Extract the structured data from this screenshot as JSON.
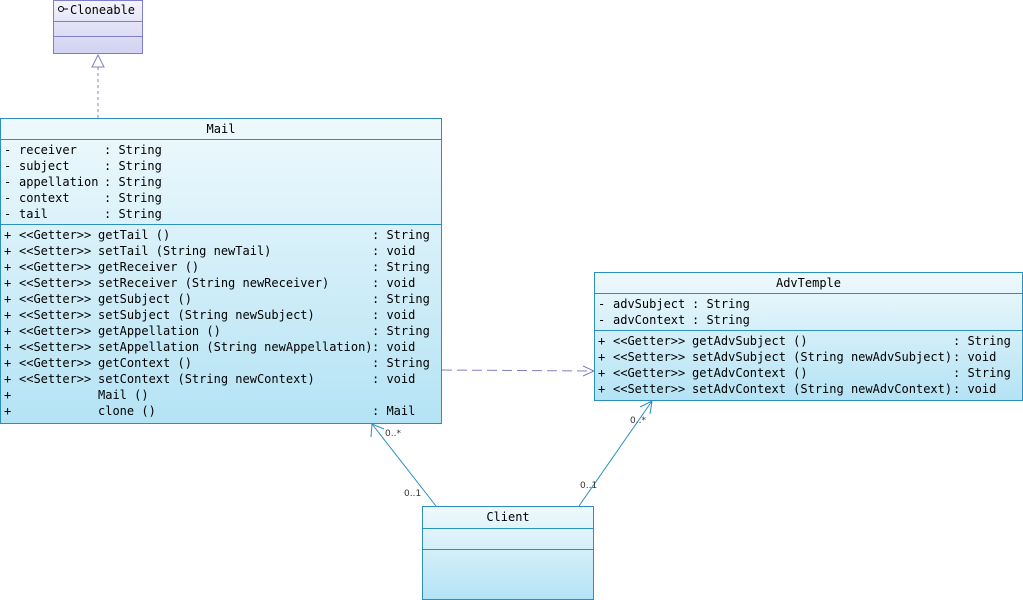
{
  "cloneable": {
    "name": "Cloneable",
    "icon": "interface-icon"
  },
  "mail": {
    "name": "Mail",
    "attributes": [
      {
        "vis": "-",
        "name": "receiver",
        "type": ": String"
      },
      {
        "vis": "-",
        "name": "subject",
        "type": ": String"
      },
      {
        "vis": "-",
        "name": "appellation",
        "type": ": String"
      },
      {
        "vis": "-",
        "name": "context",
        "type": ": String"
      },
      {
        "vis": "-",
        "name": "tail",
        "type": ": String"
      }
    ],
    "operations": [
      {
        "vis": "+",
        "stereo": "<<Getter>>",
        "sig": "getTail ()",
        "ret": ": String"
      },
      {
        "vis": "+",
        "stereo": "<<Setter>>",
        "sig": "setTail (String newTail)",
        "ret": ": void"
      },
      {
        "vis": "+",
        "stereo": "<<Getter>>",
        "sig": "getReceiver ()",
        "ret": ": String"
      },
      {
        "vis": "+",
        "stereo": "<<Setter>>",
        "sig": "setReceiver (String newReceiver)",
        "ret": ": void"
      },
      {
        "vis": "+",
        "stereo": "<<Getter>>",
        "sig": "getSubject ()",
        "ret": ": String"
      },
      {
        "vis": "+",
        "stereo": "<<Setter>>",
        "sig": "setSubject (String newSubject)",
        "ret": ": void"
      },
      {
        "vis": "+",
        "stereo": "<<Getter>>",
        "sig": "getAppellation ()",
        "ret": ": String"
      },
      {
        "vis": "+",
        "stereo": "<<Setter>>",
        "sig": "setAppellation (String newAppellation)",
        "ret": ": void"
      },
      {
        "vis": "+",
        "stereo": "<<Getter>>",
        "sig": "getContext ()",
        "ret": ": String"
      },
      {
        "vis": "+",
        "stereo": "<<Setter>>",
        "sig": "setContext (String newContext)",
        "ret": ": void"
      },
      {
        "vis": "+",
        "stereo": "",
        "sig": "Mail ()",
        "ret": ""
      },
      {
        "vis": "+",
        "stereo": "",
        "sig": "clone ()",
        "ret": ": Mail"
      }
    ]
  },
  "advtemple": {
    "name": "AdvTemple",
    "attributes": [
      {
        "vis": "-",
        "name": "advSubject",
        "type": ": String"
      },
      {
        "vis": "-",
        "name": "advContext",
        "type": ": String"
      }
    ],
    "operations": [
      {
        "vis": "+",
        "stereo": "<<Getter>>",
        "sig": "getAdvSubject ()",
        "ret": ": String"
      },
      {
        "vis": "+",
        "stereo": "<<Setter>>",
        "sig": "setAdvSubject (String newAdvSubject)",
        "ret": ": void"
      },
      {
        "vis": "+",
        "stereo": "<<Getter>>",
        "sig": "getAdvContext ()",
        "ret": ": String"
      },
      {
        "vis": "+",
        "stereo": "<<Setter>>",
        "sig": "setAdvContext (String newAdvContext)",
        "ret": ": void"
      }
    ]
  },
  "client": {
    "name": "Client"
  },
  "associations": {
    "client_mail": {
      "client_end": "0..1",
      "target_end": "0..*"
    },
    "client_advtemple": {
      "client_end": "0..1",
      "target_end": "0..*"
    }
  },
  "colors": {
    "class_border": "#2b8fc0",
    "interface_border": "#7d7dc8",
    "dependency_line": "#8080c0",
    "association_line": "#2b8fc0"
  }
}
